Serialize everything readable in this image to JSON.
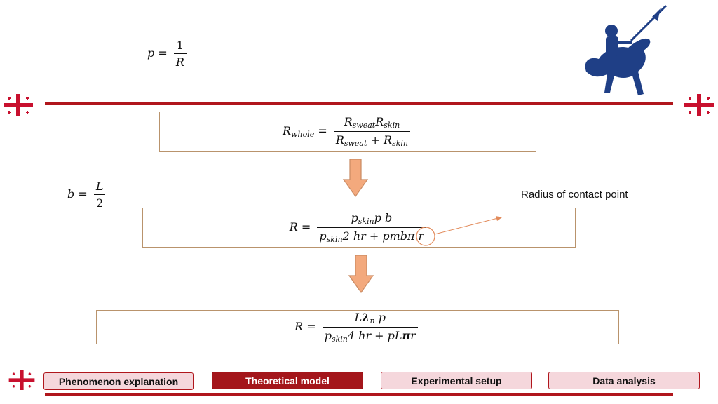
{
  "formulas": {
    "p_eq": {
      "lhs": "p",
      "eq": "=",
      "num": "1",
      "den": "R"
    },
    "b_eq": {
      "lhs": "b",
      "eq": "=",
      "num": "L",
      "den": "2"
    },
    "r_whole": {
      "lhs_base": "R",
      "lhs_sub": "whole",
      "eq": "=",
      "num_a": "R",
      "num_a_sub": "sweat",
      "num_b": "R",
      "num_b_sub": "skin",
      "den_a": "R",
      "den_a_sub": "sweat",
      "plus": "+",
      "den_b": "R",
      "den_b_sub": "skin"
    },
    "r_contact": {
      "lhs": "R",
      "eq": "=",
      "num_base": "p",
      "num_sub": "skin",
      "num_rest": "p b",
      "den_base": "p",
      "den_sub": "skin",
      "den_rest": "2 hr + pmbπ",
      "den_r": "r"
    },
    "r_final": {
      "lhs": "R",
      "eq": "=",
      "num_L": "L",
      "num_lambda": "λ",
      "num_sub": "n",
      "num_p": " p",
      "den_base": "p",
      "den_sub": "skin",
      "den_rest": "4 hr + pL",
      "den_pi": "π",
      "den_r": "r"
    }
  },
  "annotation": {
    "text": "Radius of contact point"
  },
  "nav": {
    "items": [
      {
        "label": "Phenomenon explanation"
      },
      {
        "label": "Theoretical model"
      },
      {
        "label": "Experimental setup"
      },
      {
        "label": "Data analysis"
      }
    ]
  },
  "colors": {
    "brand_red": "#b0161c",
    "arrow_fill": "#f3a97d",
    "arrow_stroke": "#c98a62",
    "box_border": "#b9936c"
  }
}
